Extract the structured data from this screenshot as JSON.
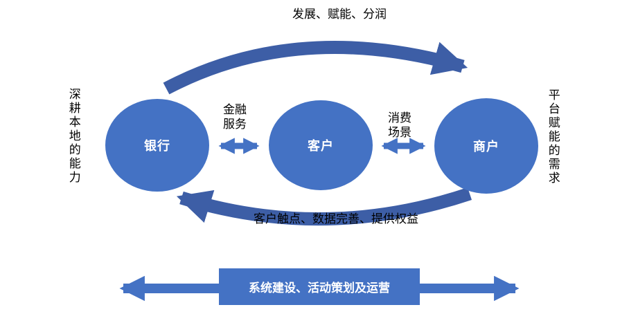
{
  "colors": {
    "node_fill": "#4472C4",
    "arrow_fill": "#4472C4",
    "curve_fill": "#3D5EA6",
    "node_text": "#FFFFFF",
    "text": "#000000"
  },
  "nodes": {
    "bank": "银行",
    "customer": "客户",
    "merchant": "商户"
  },
  "labels": {
    "top_arrow": "发展、赋能、分润",
    "bank_customer": "金融\n服务",
    "customer_merchant": "消费\n场景",
    "bottom_arrow": "客户触点、数据完善、提供权益",
    "left_vertical": "深耕本地的能力",
    "right_vertical": "平台赋能的需求",
    "bottom_bar": "系统建设、活动策划及运营"
  }
}
